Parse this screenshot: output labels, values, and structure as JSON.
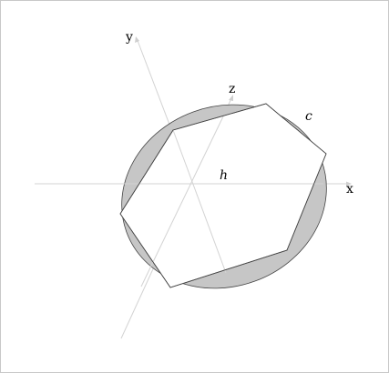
{
  "labels": {
    "x_axis": "x",
    "y_axis": "y",
    "z_axis": "z",
    "curve": "c",
    "polygon": "h"
  },
  "colors": {
    "frame": "#c8c8c8",
    "axis": "#d0d0d0",
    "fill": "#c6c6c6",
    "stroke": "#444444"
  }
}
